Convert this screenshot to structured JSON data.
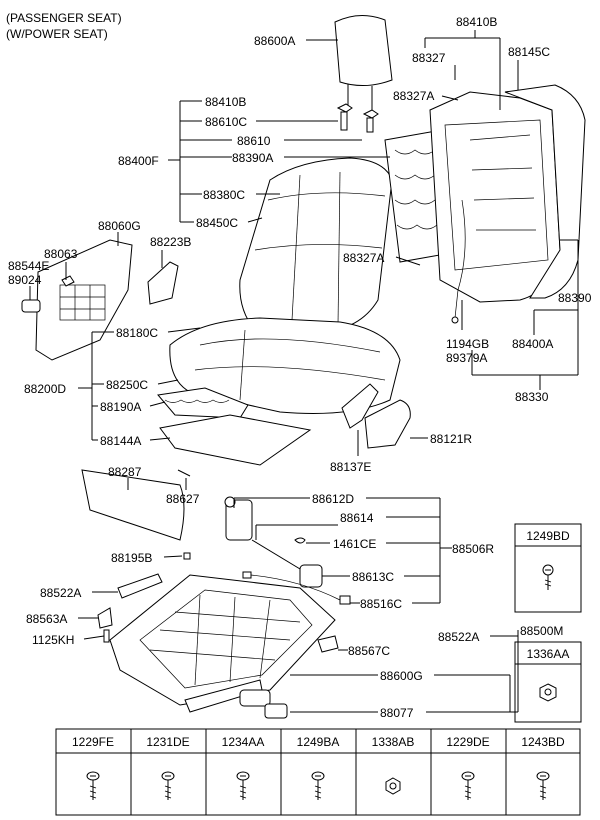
{
  "header": {
    "line1": "(PASSENGER SEAT)",
    "line2": "(W/POWER SEAT)"
  },
  "labels": {
    "p88600A": "88600A",
    "p88410B_top": "88410B",
    "p88327": "88327",
    "p88327A_top": "88327A",
    "p88145C": "88145C",
    "p88410B": "88410B",
    "p88610C": "88610C",
    "p88610": "88610",
    "p88400F": "88400F",
    "p88390A": "88390A",
    "p88380C": "88380C",
    "p88450C": "88450C",
    "p88060G": "88060G",
    "p88063": "88063",
    "p88544E": "88544E",
    "p89024": "89024",
    "p88223B": "88223B",
    "p88327A_mid": "88327A",
    "p88390": "88390",
    "p1194GB": "1194GB",
    "p89379A": "89379A",
    "p88400A": "88400A",
    "p88180C": "88180C",
    "p88200D": "88200D",
    "p88250C": "88250C",
    "p88190A": "88190A",
    "p88144A": "88144A",
    "p88330": "88330",
    "p88121R": "88121R",
    "p88137E": "88137E",
    "p88287": "88287",
    "p88627": "88627",
    "p88612D": "88612D",
    "p88614": "88614",
    "p1461CE": "1461CE",
    "p88506R": "88506R",
    "p88195B": "88195B",
    "p88613C": "88613C",
    "p88522A_left": "88522A",
    "p88516C": "88516C",
    "p88563A": "88563A",
    "p1125KH": "1125KH",
    "p88522A_right": "88522A",
    "p88500M": "88500M",
    "p88567C": "88567C",
    "p88600G": "88600G",
    "p88077": "88077"
  },
  "side_boxes": [
    {
      "code": "1249BD",
      "icon": "screw-icon"
    },
    {
      "code": "1336AA",
      "icon": "nut-icon"
    }
  ],
  "fastener_table": [
    {
      "code": "1229FE",
      "icon": "screw-icon"
    },
    {
      "code": "1231DE",
      "icon": "screw-icon"
    },
    {
      "code": "1234AA",
      "icon": "screw-icon"
    },
    {
      "code": "1249BA",
      "icon": "screw-icon"
    },
    {
      "code": "1338AB",
      "icon": "nut-icon"
    },
    {
      "code": "1229DE",
      "icon": "screw-icon"
    },
    {
      "code": "1243BD",
      "icon": "screw-icon"
    }
  ]
}
